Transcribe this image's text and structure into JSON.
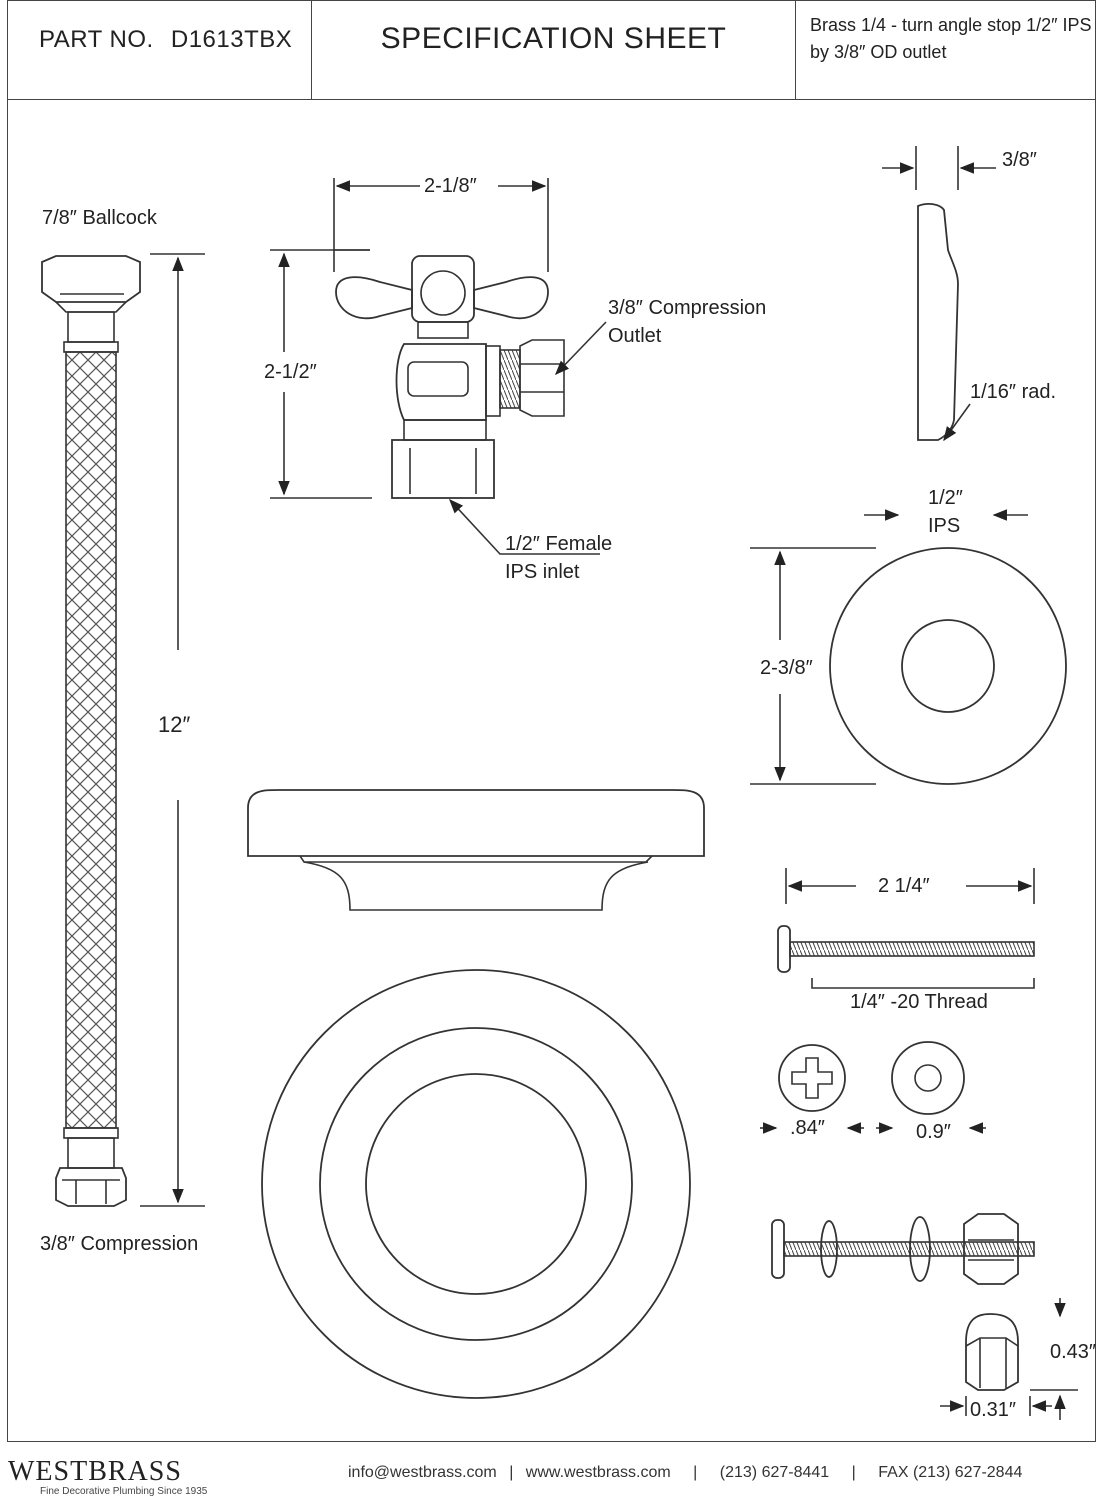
{
  "header": {
    "part_label": "PART NO.",
    "part_number": "D1613TBX",
    "title": "SPECIFICATION SHEET",
    "description": "Brass 1/4 - turn angle stop 1/2″ IPS by 3/8″ OD outlet"
  },
  "labels": {
    "ballcock": "7/8″ Ballcock",
    "length_12": "12″",
    "compression_bottom": "3/8″ Compression",
    "valve_width": "2-1/8″",
    "valve_height": "2-1/2″",
    "outlet_line1": "3/8″ Compression",
    "outlet_line2": "Outlet",
    "inlet_line1": "1/2″ Female",
    "inlet_line2": "IPS inlet",
    "flange_thickness": "3/8″",
    "radius": "1/16″ rad.",
    "ips_line1": "1/2″",
    "ips_line2": "IPS",
    "flange_dia": "2-3/8″",
    "bolt_length": "2 1/4″",
    "thread": "1/4″ -20 Thread",
    "cap_dia": ".84″",
    "washer_dia": "0.9″",
    "nut_height": "0.43″",
    "nut_width": "0.31″"
  },
  "footer": {
    "brand": "WESTBRASS",
    "tagline": "Fine Decorative Plumbing Since 1935",
    "email": "info@westbrass.com",
    "website": "www.westbrass.com",
    "phone": "(213) 627-8441",
    "fax": "FAX (213) 627-2844",
    "sep": "|"
  }
}
